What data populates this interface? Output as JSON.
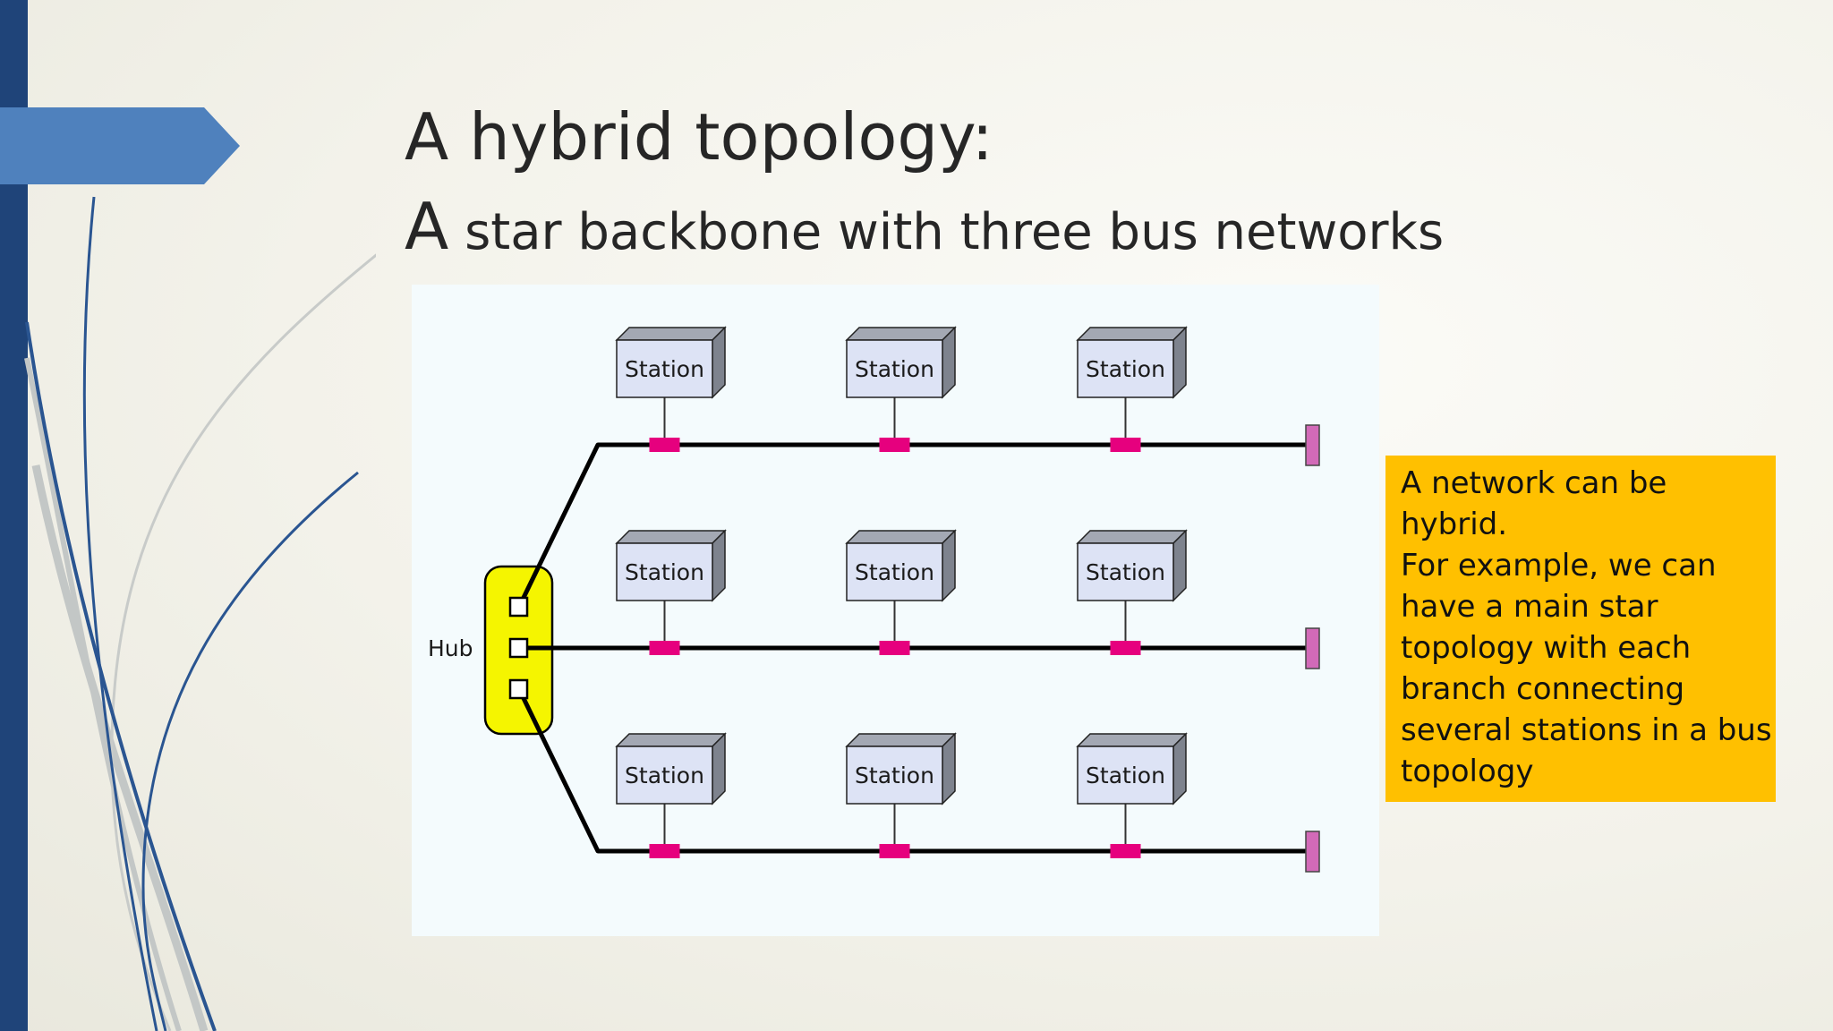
{
  "slide": {
    "title": "A hybrid topology:",
    "subtitle_initial": "A",
    "subtitle_rest": " star backbone with three bus networks"
  },
  "diagram": {
    "hub_label": "Hub",
    "station_label": "Station",
    "bus_count": 3,
    "stations_per_bus": 3,
    "colors": {
      "hub_fill": "#f5f500",
      "station_front": "#dde3f5",
      "station_side": "#7e838e",
      "station_top": "#a3a8b3",
      "tap": "#e6007e",
      "terminator": "#d26ab8",
      "cable": "#000000"
    }
  },
  "note": {
    "lines": [
      "A network can be",
      "hybrid.",
      "For example, we can",
      "have a main star",
      "topology with each",
      "branch connecting",
      "several stations in a bus",
      "topology"
    ]
  },
  "theme": {
    "left_bar": "#1f4479",
    "banner": "#4f81bd",
    "note_background": "#ffc000"
  }
}
